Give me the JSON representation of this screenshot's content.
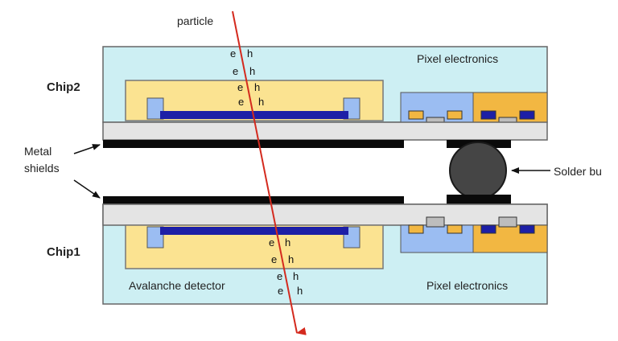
{
  "labels": {
    "particle": "particle",
    "chip2": "Chip2",
    "chip1": "Chip1",
    "metal_shields_line1": "Metal",
    "metal_shields_line2": "shields",
    "solder_bump": "Solder bu",
    "pixel_electronics_top": "Pixel electronics",
    "pixel_electronics_bottom": "Pixel electronics",
    "avalanche_detector": "Avalanche detector"
  },
  "carriers": {
    "electron": "e",
    "hole": "h"
  },
  "colors": {
    "chip_fill": "#cdeff3",
    "chip_stroke": "#666666",
    "detector_fill": "#fbe391",
    "blue_pad": "#9bbdf2",
    "dark_blue": "#1d1fa6",
    "orange_block": "#f2b742",
    "gray_substrate": "#e4e4e4",
    "metal": "#0a0a0a",
    "solder": "#454545",
    "particle_track": "#d42a1e"
  }
}
